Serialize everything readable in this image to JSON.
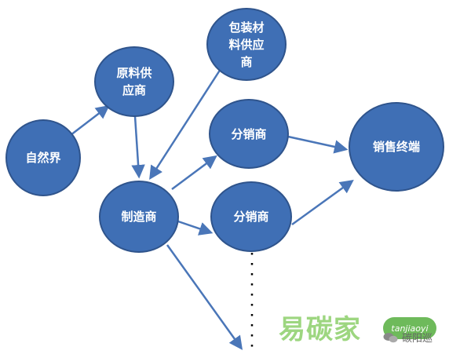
{
  "nodes": {
    "nature": "自然界",
    "raw_supplier": "原料供\n应商",
    "packaging_supplier": "包装材\n料供应\n商",
    "manufacturer": "制造商",
    "distributor_1": "分销商",
    "distributor_2": "分销商",
    "retail_terminal": "销售终端"
  },
  "watermark": {
    "brand_cn": "易碳家",
    "brand_pinyin": "tanjiaoyi",
    "account_name": "碳阳巡"
  },
  "colors": {
    "node_fill": "#3f6fb5",
    "node_border": "#2f548c",
    "arrow": "#4a76b8",
    "watermark_green": "#8ccf6a"
  }
}
